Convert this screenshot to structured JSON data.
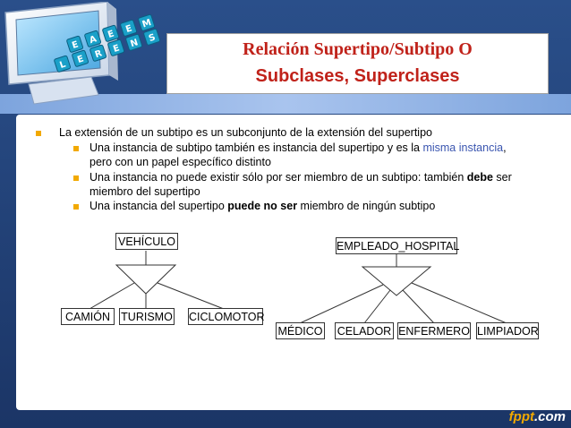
{
  "title": {
    "line1": "Relación Supertipo/Subtipo O",
    "line2": "Subclases, Superclases"
  },
  "logo_keys": [
    "E",
    "A",
    "E",
    "E",
    "M",
    "L",
    "E",
    "R",
    "E",
    "N",
    "S"
  ],
  "bullets": {
    "main": "La extensión de un subtipo es un subconjunto de la extensión del supertipo",
    "sub1_prefix": "Una instancia de subtipo también es instancia del supertipo y es la ",
    "sub1_highlight": "misma instancia",
    "sub1_suffix": ",",
    "sub1_line2": "pero con un papel específico distinto",
    "sub2_prefix": "Una instancia no puede existir sólo por ser miembro de un subtipo: también ",
    "sub2_bold": "debe",
    "sub2_suffix": " ser",
    "sub2_line2": "miembro del supertipo",
    "sub3_prefix": "Una instancia del supertipo ",
    "sub3_bold": "puede no ser",
    "sub3_suffix": " miembro de ningún subtipo"
  },
  "diagram_left": {
    "supertype": "VEHÍCULO",
    "subtypes": [
      "CAMIÓN",
      "TURISMO",
      "CICLOMOTOR"
    ]
  },
  "diagram_right": {
    "supertype": "EMPLEADO_HOSPITAL",
    "subtypes": [
      "MÉDICO",
      "CELADOR",
      "ENFERMERO",
      "LIMPIADOR"
    ]
  },
  "footer": {
    "brand": "fppt",
    "tld": ".com"
  },
  "colors": {
    "title": "#c0221a",
    "bullet": "#f2a900",
    "highlight": "#3b56b0",
    "background": "#1f3d70"
  }
}
